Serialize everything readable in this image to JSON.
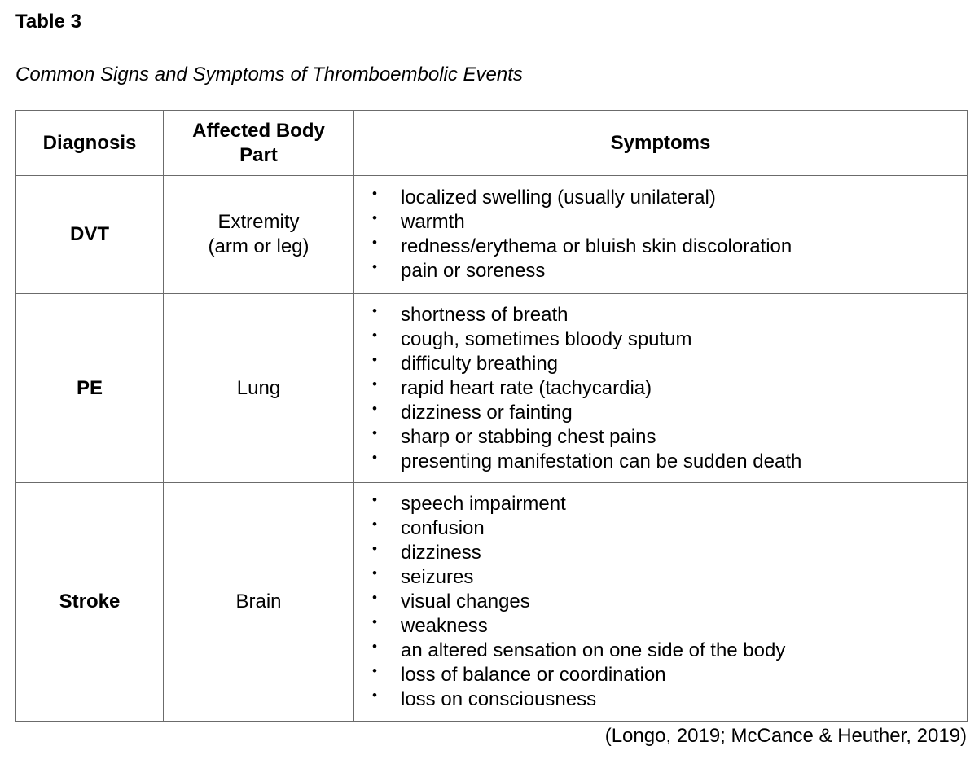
{
  "page": {
    "table_label": "Table 3",
    "table_caption": "Common Signs and Symptoms of Thromboembolic Events",
    "citation": "(Longo, 2019; McCance & Heuther, 2019)"
  },
  "table": {
    "headers": [
      "Diagnosis",
      "Affected Body\nPart",
      "Symptoms"
    ],
    "rows": [
      {
        "diagnosis": "DVT",
        "affected_body_part": "Extremity\n(arm or leg)",
        "symptoms": [
          "localized swelling (usually unilateral)",
          "warmth",
          "redness/erythema or bluish skin discoloration",
          "pain or soreness"
        ]
      },
      {
        "diagnosis": "PE",
        "affected_body_part": "Lung",
        "symptoms": [
          "shortness of breath",
          "cough, sometimes bloody sputum",
          "difficulty breathing",
          "rapid heart rate (tachycardia)",
          "dizziness or fainting",
          "sharp or stabbing chest pains",
          "presenting manifestation can be sudden death"
        ]
      },
      {
        "diagnosis": "Stroke",
        "affected_body_part": "Brain",
        "symptoms": [
          "speech impairment",
          "confusion",
          "dizziness",
          "seizures",
          "visual changes",
          "weakness",
          "an altered sensation on one side of the body",
          "loss of balance or coordination",
          "loss on consciousness"
        ]
      }
    ]
  },
  "colors": {
    "background": "#ffffff",
    "text": "#000000",
    "table_border": "#6b6b6b"
  }
}
